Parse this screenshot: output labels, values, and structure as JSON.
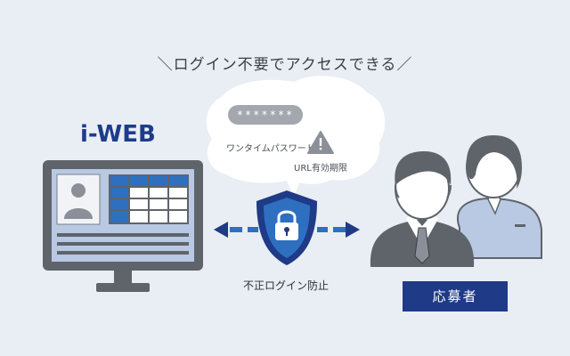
{
  "headline": "＼ログイン不要でアクセスできる／",
  "brand": "i-WEB",
  "bubble": {
    "password_mask": "*******",
    "password_label": "ワンタイムパスワード",
    "url_label": "URL有効期限"
  },
  "shield_label": "不正ログイン防止",
  "applicant_badge": "応募者",
  "colors": {
    "navy": "#1f3a86",
    "blue": "#2e6fc0",
    "gray": "#6b7078",
    "background": "#e9eef4"
  },
  "icons": [
    "monitor-icon",
    "shield-lock-icon",
    "warning-icon",
    "person-icon",
    "arrow-icon"
  ]
}
